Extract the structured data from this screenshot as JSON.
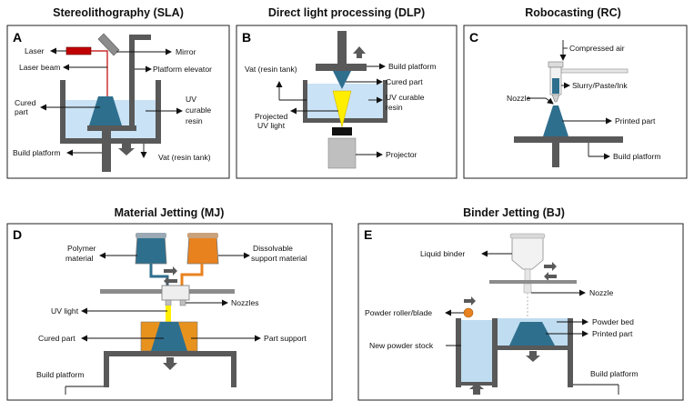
{
  "colors": {
    "dark_gray": "#595959",
    "resin_blue": "#c9e2f5",
    "part_teal": "#2f6f8e",
    "laser_red": "#c00000",
    "beam_yellow": "#ffee00",
    "orange": "#e8821e",
    "powder_blue": "#bfdcf0",
    "projector_gray": "#bfbfbf"
  },
  "panels": {
    "sla": {
      "title": "Stereolithography  (SLA)",
      "letter": "A",
      "labels": {
        "laser": "Laser",
        "mirror": "Mirror",
        "laser_beam": "Laser beam",
        "platform_elevator": "Platform elevator",
        "cured_part_1": "Cured",
        "cured_part_2": "part",
        "uv_resin_1": "UV",
        "uv_resin_2": "curable",
        "uv_resin_3": "resin",
        "build_platform": "Build platform",
        "vat": "Vat (resin tank)"
      }
    },
    "dlp": {
      "title": "Direct light processing  (DLP)",
      "letter": "B",
      "labels": {
        "vat": "Vat (resin tank)",
        "build_platform": "Build platform",
        "cured_part": "Cured part",
        "uv_resin_1": "UV curable",
        "uv_resin_2": "resin",
        "projected_1": "Projected",
        "projected_2": "UV light",
        "projector": "Projector"
      }
    },
    "rc": {
      "title": "Robocasting  (RC)",
      "letter": "C",
      "labels": {
        "compressed_air": "Compressed air",
        "slurry": "Slurry/Paste/Ink",
        "nozzle": "Nozzle",
        "printed_part": "Printed part",
        "build_platform": "Build platform"
      }
    },
    "mj": {
      "title": "Material Jetting  (MJ)",
      "letter": "D",
      "labels": {
        "polymer_1": "Polymer",
        "polymer_2": "material",
        "dissolvable_1": "Dissolvable",
        "dissolvable_2": "support material",
        "uv_light": "UV light",
        "nozzles": "Nozzles",
        "cured_part": "Cured part",
        "part_support": "Part support",
        "build_platform": "Build platform"
      }
    },
    "bj": {
      "title": "Binder Jetting  (BJ)",
      "letter": "E",
      "labels": {
        "liquid_binder": "Liquid binder",
        "nozzle": "Nozzle",
        "powder_roller": "Powder roller/blade",
        "powder_bed": "Powder bed",
        "printed_part": "Printed part",
        "new_powder": "New powder stock",
        "build_platform": "Build platform"
      }
    }
  }
}
